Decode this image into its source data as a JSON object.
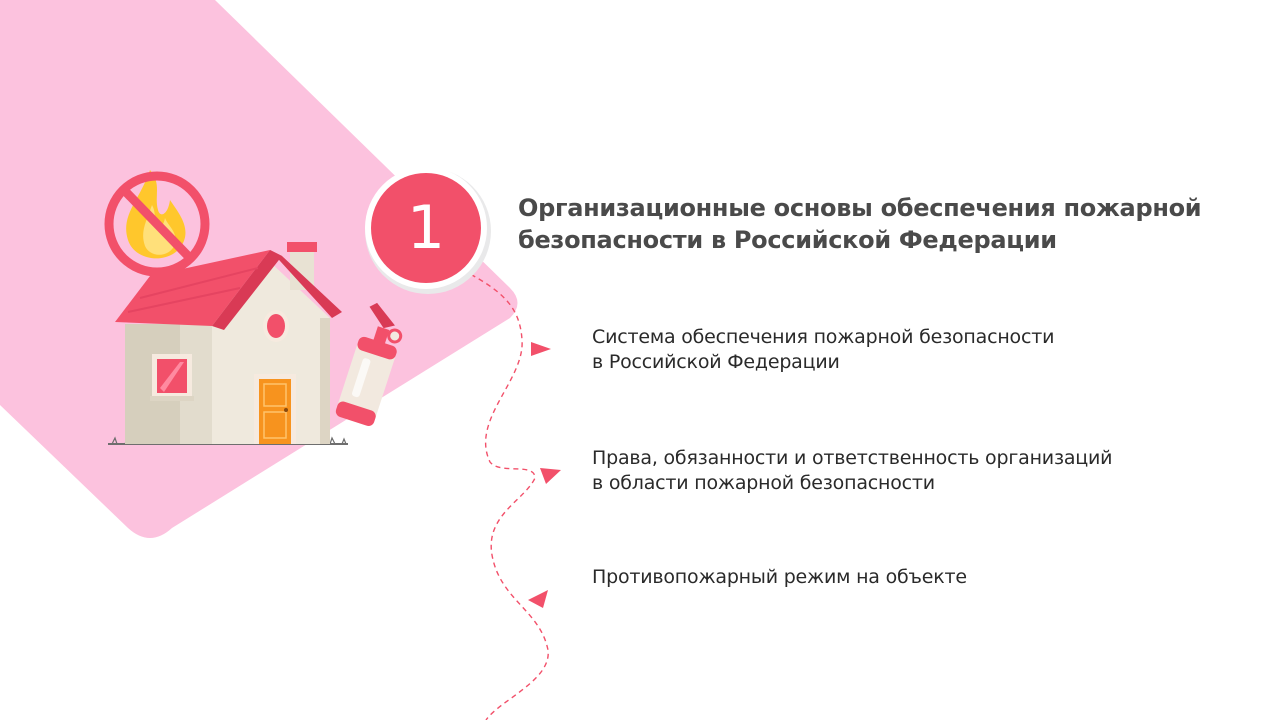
{
  "slide": {
    "number": "1",
    "title_lines": [
      "Организационные основы обеспечения пожарной",
      "безопасности в Российской Федерации"
    ],
    "items": [
      {
        "lines": [
          "Система обеспечения пожарной безопасности",
          "в Российской Федерации"
        ]
      },
      {
        "lines": [
          "Права, обязанности и ответственность организаций",
          "в области пожарной безопасности"
        ]
      },
      {
        "lines": [
          "Противопожарный режим на объекте"
        ]
      }
    ]
  },
  "colors": {
    "accent_red": "#f2506a",
    "pink_background": "#fcc2de",
    "title_text": "#4a4a4a",
    "body_text": "#2a2a2a",
    "door_orange": "#f7931e"
  },
  "icons": {
    "illustration": "burning-house-with-fire-extinguisher",
    "no_fire_sign": "no-fire-icon",
    "path_arrows": "triangle-pointer-icon"
  }
}
